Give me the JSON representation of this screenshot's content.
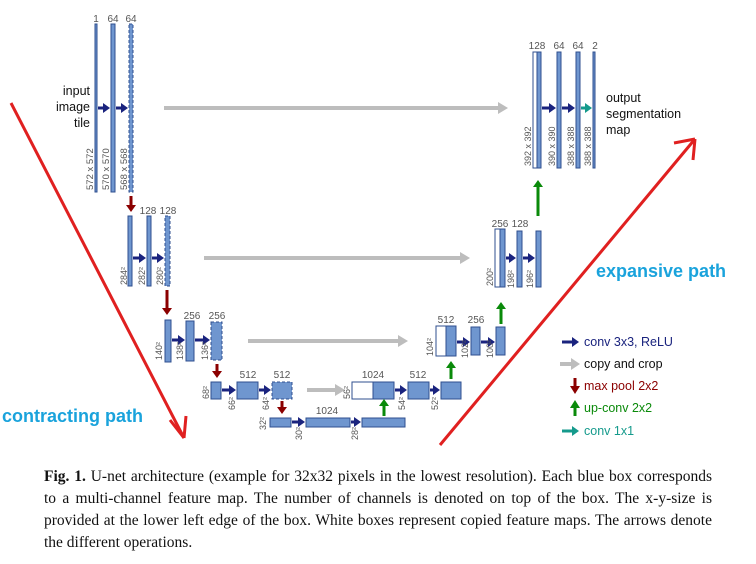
{
  "input_label": [
    "input",
    "image",
    "tile"
  ],
  "output_label": [
    "output",
    "segmentation",
    "map"
  ],
  "channels": {
    "l1": [
      "1",
      "64",
      "64"
    ],
    "l2": [
      "128",
      "128"
    ],
    "l3": [
      "256",
      "256"
    ],
    "l4": [
      "512",
      "512"
    ],
    "l5": [
      "1024"
    ],
    "u4": [
      "1024",
      "512"
    ],
    "u3": [
      "512",
      "256"
    ],
    "u2": [
      "256",
      "128"
    ],
    "u1": [
      "128",
      "64",
      "64",
      "2"
    ]
  },
  "sizes": {
    "l1": [
      "572 x 572",
      "570 x 570",
      "568 x 568"
    ],
    "l2": [
      "284²",
      "282²",
      "280²"
    ],
    "l3": [
      "140²",
      "138²",
      "136²"
    ],
    "l4": [
      "68²",
      "66²",
      "64²"
    ],
    "l5": [
      "32²",
      "30²",
      "28²"
    ],
    "u4": [
      "56²",
      "54²",
      "52²"
    ],
    "u3": [
      "104²",
      "102²",
      "100²"
    ],
    "u2": [
      "200²",
      "198²",
      "196²"
    ],
    "u1": [
      "392 x 392",
      "390 x 390",
      "388 x 388",
      "388 x 388"
    ]
  },
  "legend": [
    {
      "label": "conv 3x3, ReLU",
      "color": "#1a237e",
      "icon": "arrow-right-icon"
    },
    {
      "label": "copy and crop",
      "color": "#bdbdbd",
      "icon": "arrow-right-icon"
    },
    {
      "label": "max pool 2x2",
      "color": "#8b0000",
      "icon": "arrow-down-icon"
    },
    {
      "label": "up-conv 2x2",
      "color": "#0a8a0a",
      "icon": "arrow-up-icon"
    },
    {
      "label": "conv 1x1",
      "color": "#159a8c",
      "icon": "arrow-right-icon"
    }
  ],
  "annotations": {
    "contracting": "contracting path",
    "expansive": "expansive path",
    "annotation_color": "#e02020",
    "annotation_text_color": "#1aa3dc"
  },
  "caption": {
    "prefix": "Fig. 1.",
    "text": " U-net architecture (example for 32x32 pixels in the lowest resolution). Each blue box corresponds to a multi-channel feature map. The number of channels is denoted on top of the box. The x-y-size is provided at the lower left edge of the box. White boxes represent copied feature maps. The arrows denote the different operations."
  },
  "colors": {
    "box_fill": "#6f96cf",
    "box_stroke": "#2f4f8f"
  }
}
